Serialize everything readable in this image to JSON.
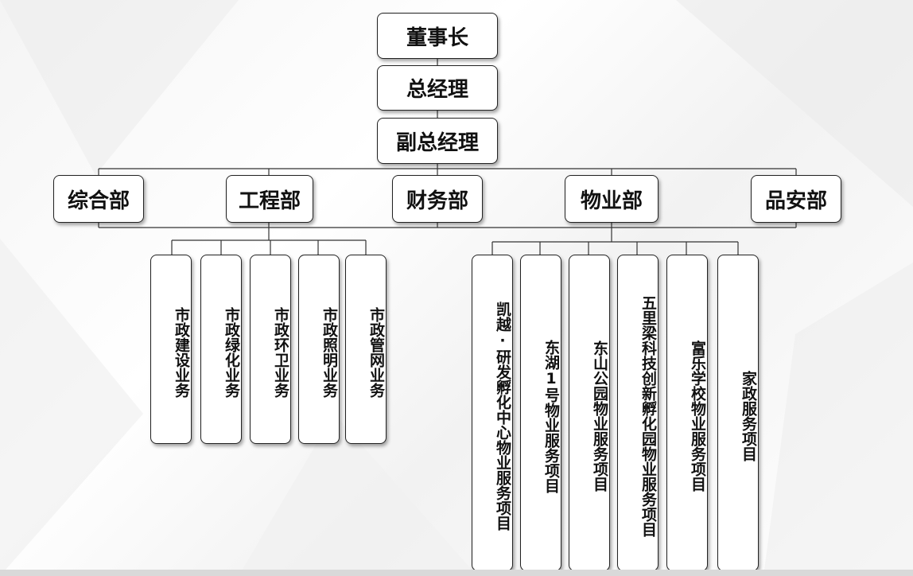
{
  "org_chart": {
    "chairman": "董事长",
    "general_manager": "总经理",
    "deputy_general_manager": "副总经理",
    "departments": {
      "general_affairs": "综合部",
      "engineering": "工程部",
      "finance": "财务部",
      "property": "物业部",
      "quality_safety": "品安部"
    },
    "engineering_units": [
      "市政建设业务",
      "市政绿化业务",
      "市政环卫业务",
      "市政照明业务",
      "市政管网业务"
    ],
    "property_projects": [
      "凯越·研发孵化中心物业服务项目",
      "东湖1号物业服务项目",
      "东山公园物业服务项目",
      "五里梁科技创新孵化园物业服务项目",
      "富乐学校物业服务项目",
      "家政服务项目"
    ]
  },
  "colors": {
    "box_border": "#222222",
    "box_fill": "#ffffff",
    "line": "#333333",
    "text": "#111111"
  }
}
